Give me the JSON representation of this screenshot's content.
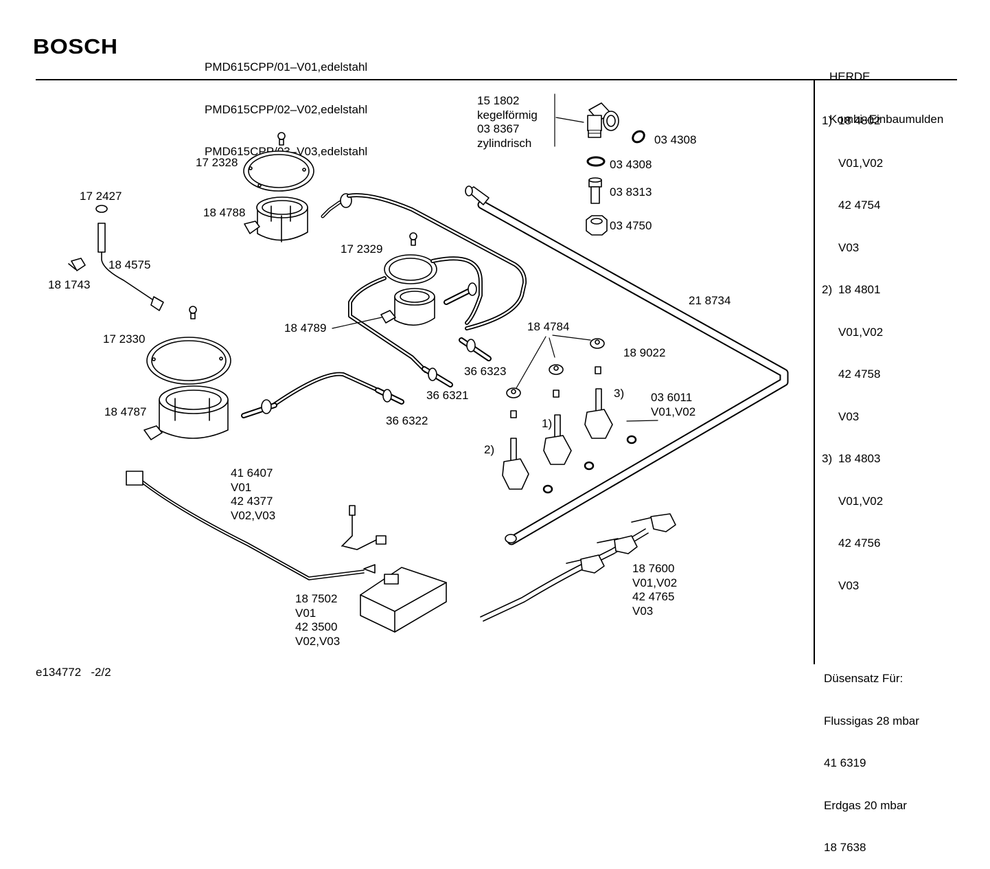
{
  "header": {
    "brand": "BOSCH",
    "models": [
      "PMD615CPP/01–V01,edelstahl",
      "PMD615CPP/02–V02,edelstahl",
      "PMD615CPP/03–V03,edelstahl"
    ],
    "category": [
      "HERDE",
      "Kombi–Einbaumulden"
    ]
  },
  "sidebar": {
    "variants": [
      {
        "num": "1)",
        "lines": [
          "18 4802",
          "V01,V02",
          "42 4754",
          "V03"
        ]
      },
      {
        "num": "2)",
        "lines": [
          "18 4801",
          "V01,V02",
          "42 4758",
          "V03"
        ]
      },
      {
        "num": "3)",
        "lines": [
          "18 4803",
          "V01,V02",
          "42 4756",
          "V03"
        ]
      }
    ],
    "nozzle_set": [
      "Düsensatz Für:",
      "Flussigas 28 mbar",
      "41 6319",
      "Erdgas 20 mbar",
      "18 7638"
    ]
  },
  "labels": {
    "l151802": "15 1802\nkegelförmig\n03 8367\nzylindrisch",
    "l034308a": "03 4308",
    "l034308b": "03 4308",
    "l038313": "03 8313",
    "l034750": "03 4750",
    "l172328": "17 2328",
    "l184788": "18 4788",
    "l172427": "17 2427",
    "l184575": "18 4575",
    "l181743": "18 1743",
    "l172329": "17 2329",
    "l184789": "18 4789",
    "l172330": "17 2330",
    "l184787": "18 4787",
    "l218734": "21 8734",
    "l184784": "18 4784",
    "l189022": "18 9022",
    "l366323": "36 6323",
    "l366321": "36 6321",
    "l366322": "36 6322",
    "l036011": "03 6011\nV01,V02",
    "v3": "3)",
    "v1": "1)",
    "v2": "2)",
    "l416407": "41 6407\nV01\n42 4377\nV02,V03",
    "l187502": "18 7502\nV01\n42 3500\nV02,V03",
    "l187600": "18 7600\nV01,V02\n42 4765\nV03"
  },
  "footer": "e134772   -2/2"
}
